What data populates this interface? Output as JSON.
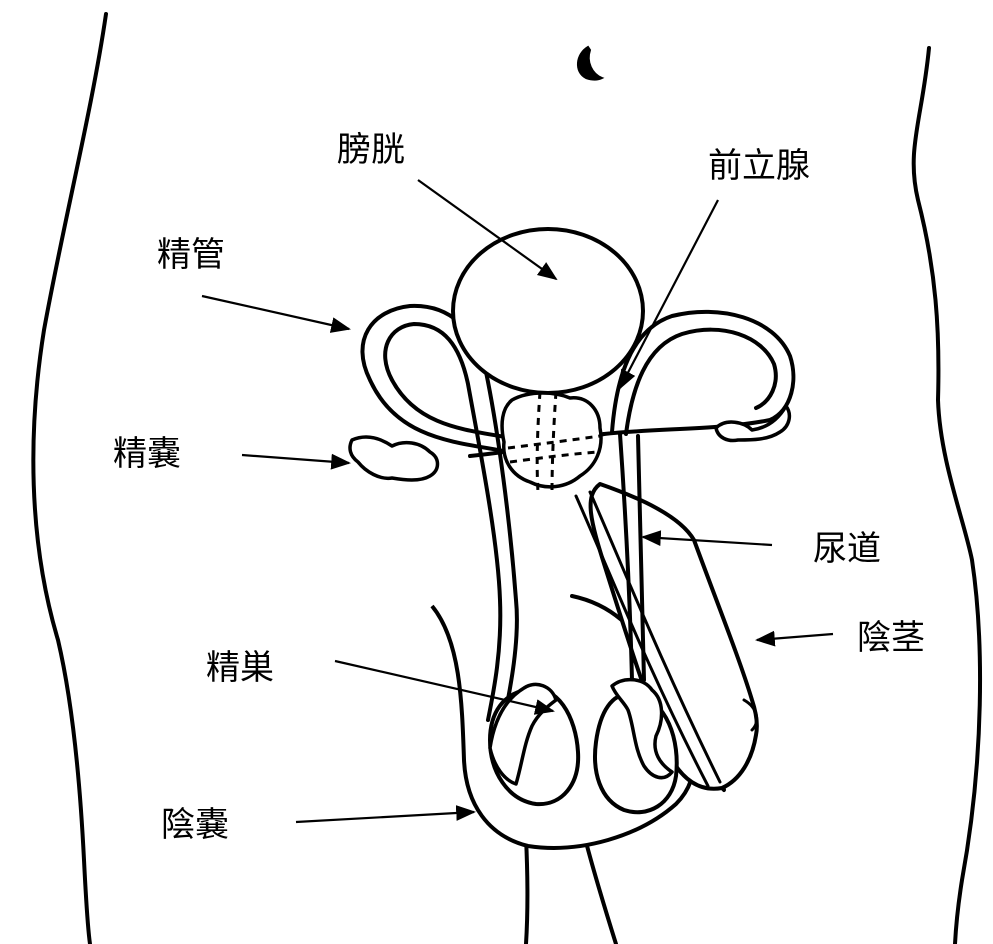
{
  "labels": {
    "bladder": "膀胱",
    "prostate": "前立腺",
    "vas_deferens": "精管",
    "seminal_vesicle": "精嚢",
    "urethra": "尿道",
    "penis": "陰茎",
    "testis": "精巣",
    "scrotum": "陰嚢"
  }
}
